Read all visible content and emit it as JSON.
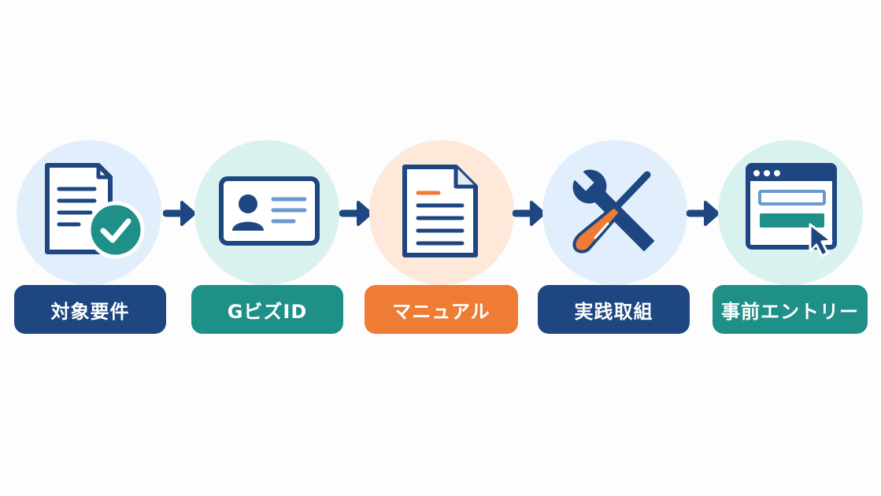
{
  "colors": {
    "navy": "#1e4680",
    "teal": "#1f9088",
    "orange": "#ee7c35",
    "circle_blue": "#e1eefb",
    "circle_teal": "#d9f1ef",
    "circle_orange": "#fde8da",
    "light_blue_line": "#6b9ad0"
  },
  "steps": [
    {
      "label": "対象要件",
      "icon": "document-check-icon"
    },
    {
      "label": "GビズID",
      "icon": "id-card-icon"
    },
    {
      "label": "マニュアル",
      "icon": "manual-document-icon"
    },
    {
      "label": "実践取組",
      "icon": "wrench-screwdriver-icon"
    },
    {
      "label": "事前エントリー",
      "icon": "browser-window-cursor-icon"
    }
  ],
  "connectors": [
    "arrow-right-icon",
    "arrow-right-icon",
    "arrow-right-icon",
    "arrow-right-icon"
  ]
}
